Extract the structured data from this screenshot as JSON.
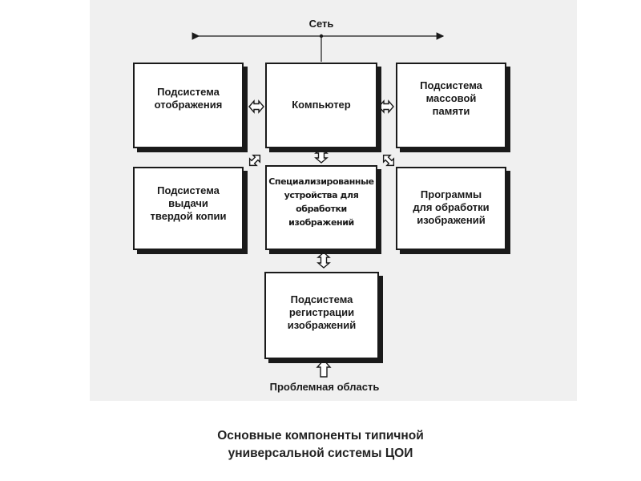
{
  "diagram": {
    "network_label": "Сеть",
    "problem_area_label": "Проблемная область",
    "boxes": {
      "display": "Подсистема\nотображения",
      "computer": "Компьютер",
      "mass_storage": "Подсистема\nмассовой\nпамяти",
      "hardcopy": "Подсистема\nвыдачи\nтвердой копии",
      "special_devices": "Специализированные\nустройства для\nобработки\nизображений",
      "software": "Программы\nдля обработки\nизображений",
      "acquisition": "Подсистема\nрегистрации\nизображений"
    }
  },
  "caption": "Основные компоненты типичной\nуниверсальной системы ЦОИ"
}
